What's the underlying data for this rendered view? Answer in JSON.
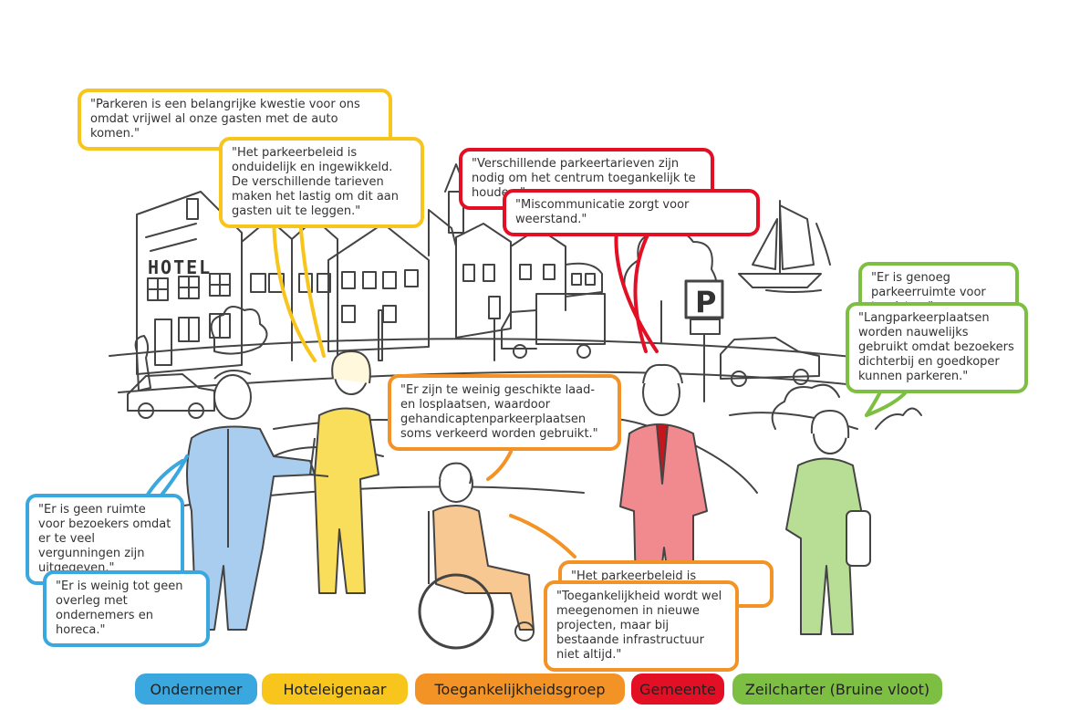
{
  "colors": {
    "ondernemer": "#3aa8df",
    "hoteleigenaar": "#f7c51b",
    "toegankelijkheidsgroep": "#f39325",
    "gemeente": "#e30f24",
    "zeilcharter": "#7dbf43"
  },
  "signs": {
    "hotel": "HOTEL",
    "parking": "P"
  },
  "quotes": {
    "hotel_1": "\"Parkeren is een belangrijke kwestie voor ons omdat vrijwel al onze gasten met de auto komen.\"",
    "hotel_2": "\"Het parkeerbeleid is onduidelijk en ingewikkeld. De verschillende tarieven maken het lastig om dit aan gasten uit te leggen.\"",
    "gemeente_1": "\"Verschillende parkeertarieven zijn nodig om het centrum toegankelijk te houden.\"",
    "gemeente_2": "\"Miscommunicatie zorgt voor weerstand.\"",
    "zeil_1": "\"Er is genoeg parkeerruimte voor toeristen.\"",
    "zeil_2": "\"Langparkeerplaatsen worden nauwelijks gebruikt omdat bezoekers dichterbij en goedkoper kunnen parkeren.\"",
    "toeg_1": "\"Er zijn te weinig geschikte laad- en losplaatsen, waardoor gehandicaptenparkeerplaatsen soms verkeerd worden gebruikt.\"",
    "toeg_2": "\"Het parkeerbeleid is onduidelijk.\"",
    "toeg_3": "\"Toegankelijkheid wordt wel meegenomen in nieuwe projecten, maar bij bestaande infrastructuur niet altijd.\"",
    "onder_1": "\"Er is geen ruimte voor bezoekers omdat er te veel vergunningen zijn uitgegeven.\"",
    "onder_2": "\"Er is weinig tot geen overleg met ondernemers en horeca.\""
  },
  "legend": [
    {
      "label": "Ondernemer",
      "color": "#3aa8df"
    },
    {
      "label": "Hoteleigenaar",
      "color": "#f7c51b"
    },
    {
      "label": "Toegankelijkheidsgroep",
      "color": "#f39325"
    },
    {
      "label": "Gemeente",
      "color": "#e30f24"
    },
    {
      "label": "Zeilcharter (Bruine vloot)",
      "color": "#7dbf43"
    }
  ]
}
